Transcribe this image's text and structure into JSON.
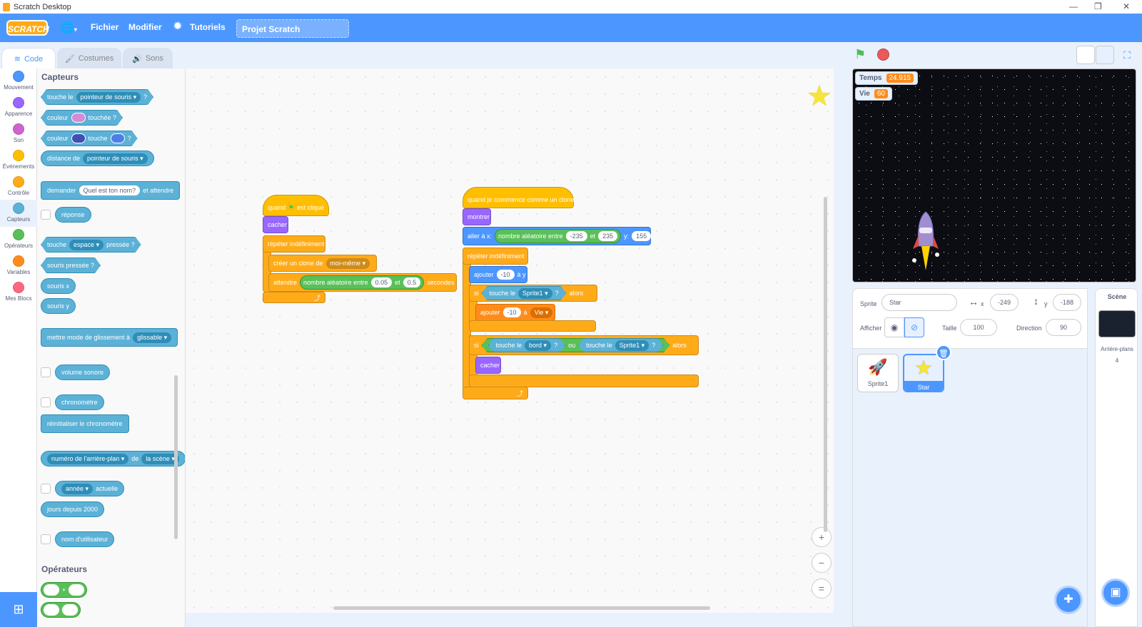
{
  "window": {
    "title": "Scratch Desktop",
    "controls": [
      "—",
      "❐",
      "✕"
    ]
  },
  "menu": {
    "logo": "SCRATCH",
    "file": "Fichier",
    "edit": "Modifier",
    "tutorials": "Tutoriels",
    "project_title": "Projet Scratch"
  },
  "tabs": [
    {
      "label": "Code",
      "active": true
    },
    {
      "label": "Costumes",
      "active": false
    },
    {
      "label": "Sons",
      "active": false
    }
  ],
  "categories": [
    {
      "label": "Mouvement",
      "color": "#4c97ff"
    },
    {
      "label": "Apparence",
      "color": "#9966ff"
    },
    {
      "label": "Son",
      "color": "#cf63cf"
    },
    {
      "label": "Événements",
      "color": "#ffbf00"
    },
    {
      "label": "Contrôle",
      "color": "#ffab19"
    },
    {
      "label": "Capteurs",
      "color": "#5cb1d6"
    },
    {
      "label": "Opérateurs",
      "color": "#59c059"
    },
    {
      "label": "Variables",
      "color": "#ff8c1a"
    },
    {
      "label": "Mes Blocs",
      "color": "#ff6680"
    }
  ],
  "palette": {
    "title": "Capteurs",
    "touch_prefix": "touche le",
    "touch_target": "pointeur de souris",
    "q": "?",
    "color_word": "couleur",
    "touched": "touchée ?",
    "touches": "touche",
    "distance_of": "distance de",
    "distance_target": "pointeur de souris",
    "ask": "demander",
    "ask_default": "Quel est ton nom?",
    "and_wait": "et attendre",
    "answer": "réponse",
    "key_touch": "touche",
    "key": "espace",
    "key_pressed": "pressée ?",
    "mouse_down": "souris pressée ?",
    "mouse_x": "souris x",
    "mouse_y": "souris y",
    "drag_mode": "mettre mode de glissement à",
    "drag_value": "glissable",
    "loudness": "volume sonore",
    "timer": "chronomètre",
    "reset_timer": "réinitialiser le chronomètre",
    "backdrop_num": "numéro de l'arrière-plan",
    "of": "de",
    "stage": "la scène",
    "year": "année",
    "current": "actuelle",
    "days_since": "jours depuis 2000",
    "username": "nom d'utilisateur",
    "operators_title": "Opérateurs",
    "plus": "+"
  },
  "script1": {
    "when": "quand",
    "clicked": "est cliqué",
    "hide": "cacher",
    "forever": "répéter indéfiniment",
    "create_clone": "créer un clone de",
    "clone_target": "moi-même",
    "wait": "attendre",
    "random": "nombre aléatoire entre",
    "min": "0.05",
    "and": "et",
    "max": "0.5",
    "seconds": "secondes"
  },
  "script2": {
    "hat": "quand je commence comme un clone",
    "show": "montrer",
    "goto": "aller à x:",
    "random": "nombre aléatoire entre",
    "xmin": "-235",
    "and": "et",
    "xmax": "235",
    "y_label": "y:",
    "y": "155",
    "forever": "répéter indéfiniment",
    "add": "ajouter",
    "add_val": "-10",
    "to_y": "à y",
    "if": "si",
    "touch": "touche le",
    "sprite1": "Sprite1",
    "q": "?",
    "then": "alors",
    "add2_val": "-10",
    "to": "à",
    "var": "Vie",
    "edge": "bord",
    "or": "ou",
    "hide": "cacher"
  },
  "zoom": {
    "in": "+",
    "out": "−",
    "reset": "="
  },
  "monitors": [
    {
      "label": "Temps",
      "value": "24.915"
    },
    {
      "label": "Vie",
      "value": "60"
    }
  ],
  "sprite_info": {
    "sprite_label": "Sprite",
    "sprite_name": "Star",
    "x_label": "x",
    "x": "-249",
    "y_label": "y",
    "y": "-188",
    "show_label": "Afficher",
    "size_label": "Taille",
    "size": "100",
    "direction_label": "Direction",
    "direction": "90"
  },
  "sprites": [
    {
      "name": "Sprite1",
      "selected": false
    },
    {
      "name": "Star",
      "selected": true
    }
  ],
  "scene": {
    "title": "Scène",
    "backdrops_label": "Arrière-plans",
    "backdrops_count": "4"
  }
}
